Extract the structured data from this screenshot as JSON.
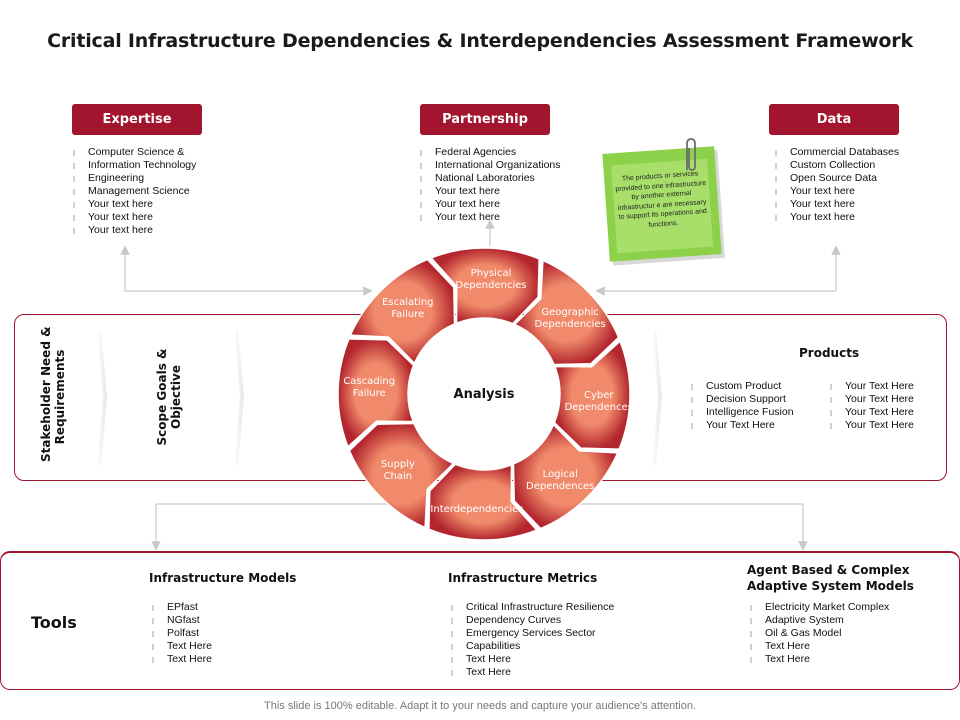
{
  "title": "Critical Infrastructure Dependencies & Interdependencies Assessment Framework",
  "categories": [
    {
      "label": "Expertise",
      "items": [
        "Computer Science &",
        "Information Technology",
        "Engineering",
        "Management Science",
        "Your text here",
        "Your text here",
        "Your text here"
      ]
    },
    {
      "label": "Partnership",
      "items": [
        "Federal Agencies",
        "International Organizations",
        "National Laboratories",
        "Your text here",
        "Your text here",
        "Your text here"
      ]
    },
    {
      "label": "Data",
      "items": [
        "Commercial Databases",
        "Custom Collection",
        "Open Source Data",
        "Your text here",
        "Your text here",
        "Your text here"
      ]
    }
  ],
  "note": {
    "text": "The products or services provided to one infrastructure by another external infrastructur e are necessary to support its operations and functions."
  },
  "middle": {
    "stakeholder_line1": "Stakeholder Need &",
    "stakeholder_line2": "Requirements",
    "scope_line1": "Scope Goals &",
    "scope_line2": "Objective"
  },
  "cycle": {
    "center": "Analysis",
    "segments": [
      {
        "line1": "Physical",
        "line2": "Dependencies"
      },
      {
        "line1": "Geographic",
        "line2": "Dependencies"
      },
      {
        "line1": "Cyber",
        "line2": "Dependences"
      },
      {
        "line1": "Logical",
        "line2": "Dependences"
      },
      {
        "line1": "Interdependencies",
        "line2": ""
      },
      {
        "line1": "Supply",
        "line2": "Chain"
      },
      {
        "line1": "Cascading",
        "line2": "Failure"
      },
      {
        "line1": "Escalating",
        "line2": "Failure"
      }
    ],
    "color_light": "#f08a6a",
    "color_dark": "#b3262e"
  },
  "products": {
    "title": "Products",
    "col1": [
      "Custom Product",
      "Decision Support",
      "Intelligence Fusion",
      "Your Text Here"
    ],
    "col2": [
      "Your Text Here",
      "Your Text Here",
      "Your Text Here",
      "Your Text Here"
    ]
  },
  "tools": {
    "label": "Tools",
    "groups": [
      {
        "title1": "Infrastructure Models",
        "title2": "",
        "items": [
          "EPfast",
          "NGfast",
          "Polfast",
          "Text Here",
          "Text Here"
        ]
      },
      {
        "title1": "Infrastructure Metrics",
        "title2": "",
        "items": [
          "Critical Infrastructure Resilience",
          "Dependency Curves",
          "Emergency Services Sector",
          "Capabilities",
          "Text Here",
          "Text Here"
        ]
      },
      {
        "title1": "Agent Based & Complex",
        "title2": "Adaptive System Models",
        "items": [
          "Electricity Market Complex",
          "Adaptive System",
          "Oil & Gas Model",
          "Text Here",
          "Text Here"
        ]
      }
    ]
  },
  "footer": "This slide is 100% editable. Adapt it to your needs and capture your audience's attention.",
  "colors": {
    "accent": "#a3142f",
    "note": "#8dd14a"
  }
}
